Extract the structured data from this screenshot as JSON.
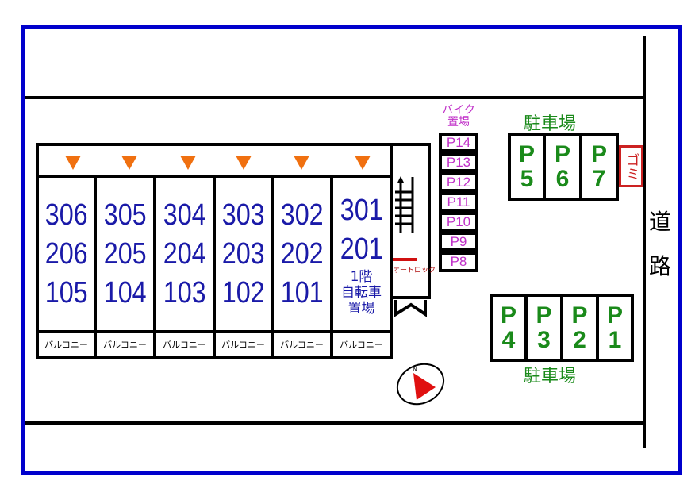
{
  "units": [
    {
      "floor3": "306",
      "floor2": "206",
      "floor1": "105",
      "balcony": "バルコニー"
    },
    {
      "floor3": "305",
      "floor2": "205",
      "floor1": "104",
      "balcony": "バルコニー"
    },
    {
      "floor3": "304",
      "floor2": "204",
      "floor1": "103",
      "balcony": "バルコニー"
    },
    {
      "floor3": "303",
      "floor2": "203",
      "floor1": "102",
      "balcony": "バルコニー"
    },
    {
      "floor3": "302",
      "floor2": "202",
      "floor1": "101",
      "balcony": "バルコニー"
    },
    {
      "floor3": "301",
      "floor2": "201",
      "floor1_line1": "1階",
      "floor1_line2": "自転車",
      "floor1_line3": "置場",
      "balcony": "バルコニー"
    }
  ],
  "autolock": "オートロック",
  "bike_parking": {
    "title_line1": "バイク",
    "title_line2": "置場",
    "stalls": [
      "P14",
      "P13",
      "P12",
      "P11",
      "P10",
      "P9",
      "P8"
    ]
  },
  "parking_top": {
    "title": "駐車場",
    "stalls": [
      {
        "p": "P",
        "n": "5"
      },
      {
        "p": "P",
        "n": "6"
      },
      {
        "p": "P",
        "n": "7"
      }
    ]
  },
  "parking_bottom": {
    "title": "駐車場",
    "stalls": [
      {
        "p": "P",
        "n": "4"
      },
      {
        "p": "P",
        "n": "3"
      },
      {
        "p": "P",
        "n": "2"
      },
      {
        "p": "P",
        "n": "1"
      }
    ]
  },
  "garbage": "ゴミ",
  "road_line1": "道",
  "road_line2": "路",
  "compass_label": "N",
  "colors": {
    "border": "#0000cc",
    "units": "#1a1aa8",
    "parking": "#1a8a1a",
    "bike": "#c030c8",
    "garbage": "#cc2222",
    "entrance_marker": "#f07010"
  }
}
